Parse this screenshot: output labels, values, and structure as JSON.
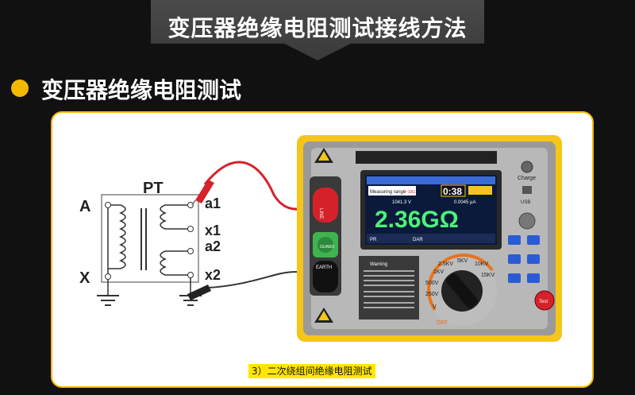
{
  "header": {
    "title": "变压器绝缘电阻测试接线方法"
  },
  "section": {
    "title": "变压器绝缘电阻测试"
  },
  "diagram": {
    "transformer_label": "PT",
    "primary_terminals": [
      "A",
      "X"
    ],
    "secondary_terminals": [
      "a1",
      "x1",
      "a2",
      "x2"
    ]
  },
  "instrument": {
    "charge_label": "Charge",
    "usb_label": "USB",
    "line_label": "LINE",
    "guard_label": "GUARD",
    "earth_label": "EARTH",
    "test_label": "Test",
    "warning_label": "Warning",
    "screen": {
      "measuring_range": "Measuring range",
      "range_value": "0~10G",
      "timer": "0:38",
      "voltage": "1041.3 V",
      "current": "0.0045 μA",
      "reading": "2.36GΩ",
      "bottom_left": "PR",
      "bottom_right": "DAR"
    },
    "dial": {
      "positions": [
        "OFF",
        "V",
        "250V",
        "500V",
        "1KV",
        "2.5KV",
        "5KV",
        "10KV",
        "15KV"
      ],
      "colors": {
        "off": "#e8731d",
        "dial": "#222222"
      }
    }
  },
  "caption": "3）二次绕组间绝缘电阻测试",
  "colors": {
    "accent": "#f5b800",
    "red_lead": "#d5222a",
    "black_lead": "#222222"
  }
}
